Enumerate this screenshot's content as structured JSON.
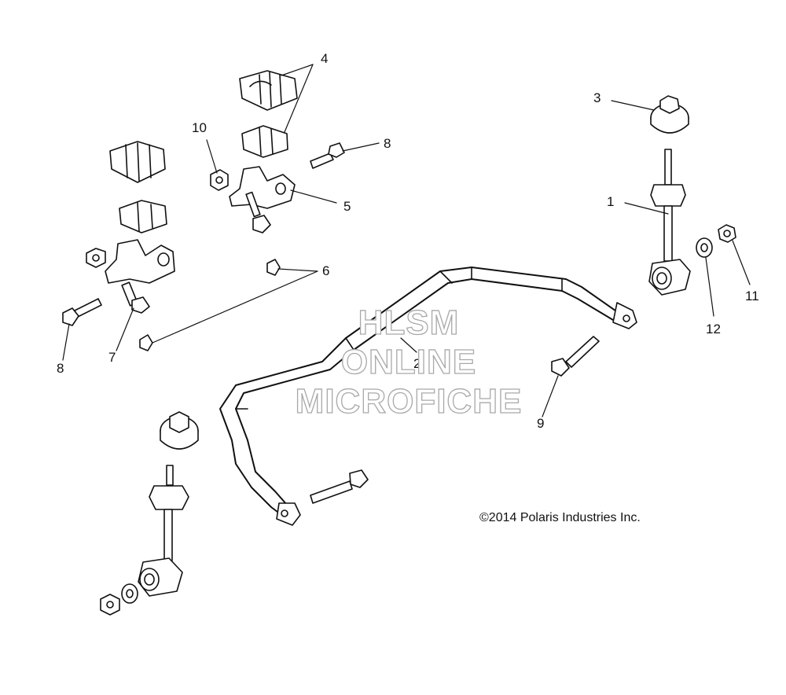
{
  "copyright": "©2014 Polaris Industries Inc.",
  "watermark": {
    "line1": "HLSM",
    "line2": "ONLINE",
    "line3": "MICROFICHE"
  },
  "callouts": [
    {
      "id": "c1",
      "label": "1"
    },
    {
      "id": "c2",
      "label": "2"
    },
    {
      "id": "c3",
      "label": "3"
    },
    {
      "id": "c4",
      "label": "4"
    },
    {
      "id": "c5",
      "label": "5"
    },
    {
      "id": "c6",
      "label": "6"
    },
    {
      "id": "c7",
      "label": "7"
    },
    {
      "id": "c8a",
      "label": "8"
    },
    {
      "id": "c8b",
      "label": "8"
    },
    {
      "id": "c9",
      "label": "9"
    },
    {
      "id": "c10",
      "label": "10"
    },
    {
      "id": "c11",
      "label": "11"
    },
    {
      "id": "c12",
      "label": "12"
    }
  ],
  "colors": {
    "line": "#111111",
    "fill": "#ffffff",
    "watermark": "#a9a9a9"
  }
}
